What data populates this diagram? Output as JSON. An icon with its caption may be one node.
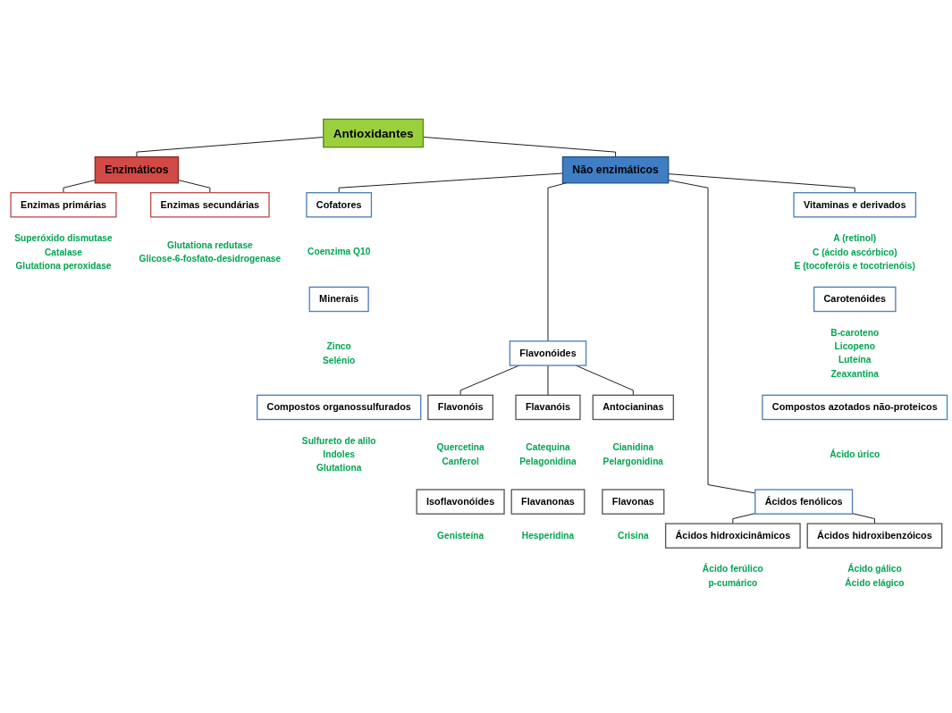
{
  "diagram": {
    "nodes": [
      {
        "text": [
          "Antioxidantes"
        ]
      },
      {
        "text": [
          "Enzimáticos"
        ]
      },
      {
        "text": [
          "Não enzimáticos"
        ]
      },
      {
        "text": [
          "Enzimas primárias"
        ],
        "beside": [
          "Superóxido dismutase",
          "Catalase",
          "Glutationa peroxidase"
        ]
      },
      {
        "text": [
          "Enzimas secundárias"
        ],
        "beside": [
          "Glutationa redutase",
          "Glicose-6-fosfato-desidrogenase"
        ]
      },
      {
        "text": [
          "Cofatores"
        ],
        "beside": [
          "Coenzima Q10"
        ]
      },
      {
        "text": [
          "Vitaminas e derivados"
        ],
        "beside": [
          "A (retinol)",
          "C (ácido ascórbico)",
          "E (tocoferóis e tocotrienóis)"
        ]
      },
      {
        "text": [
          "Minerais"
        ],
        "beside": [
          "Zinco",
          "Selénio"
        ]
      },
      {
        "text": [
          "Carotenóides"
        ],
        "beside": [
          "Β-caroteno",
          "Licopeno",
          "Luteína",
          "Zeaxantina"
        ]
      },
      {
        "text": [
          "Flavonóides"
        ]
      },
      {
        "text": [
          "Compostos organossulfurados"
        ],
        "beside": [
          "Sulfureto de alilo",
          "Indoles",
          "Glutationa"
        ]
      },
      {
        "text": [
          "Compostos azotados não-proteicos"
        ],
        "beside": [
          "Ácido úrico"
        ]
      },
      {
        "text": [
          "Flavonóis"
        ],
        "beside": [
          "Quercetina",
          "Canferol"
        ]
      },
      {
        "text": [
          "Flavanóis"
        ],
        "beside": [
          "Catequina",
          "Pelagonidina"
        ]
      },
      {
        "text": [
          "Antocianinas"
        ],
        "beside": [
          "Cianidina",
          "Pelargonidina"
        ]
      },
      {
        "text": [
          "Isoflavonóides"
        ],
        "beside": [
          "Genisteína"
        ]
      },
      {
        "text": [
          "Flavanonas"
        ],
        "beside": [
          "Hesperidina"
        ]
      },
      {
        "text": [
          "Flavonas"
        ],
        "beside": [
          "Crisina"
        ]
      },
      {
        "text": [
          "Ácidos fenólicos"
        ]
      },
      {
        "text": [
          "Ácidos hidroxicinâmicos"
        ],
        "beside": [
          "Ácido ferúlico",
          "p-cumárico"
        ]
      },
      {
        "text": [
          "Ácidos hidroxibenzóicos"
        ],
        "beside": [
          "Ácido gálico",
          "Ácido elágico"
        ]
      }
    ],
    "edges": [
      {
        "from": 0,
        "to": 1,
        "arrow": "none"
      },
      {
        "from": 0,
        "to": 2,
        "arrow": "none"
      },
      {
        "from": 1,
        "to": 3,
        "arrow": "none"
      },
      {
        "from": 1,
        "to": 4,
        "arrow": "none"
      },
      {
        "from": 2,
        "to": 9,
        "arrow": "none"
      },
      {
        "from": 2,
        "to": 5,
        "arrow": "none"
      },
      {
        "from": 2,
        "to": 6,
        "arrow": "none"
      },
      {
        "from": 2,
        "to": 18,
        "arrow": "none"
      },
      {
        "from": 9,
        "to": 12,
        "arrow": "none"
      },
      {
        "from": 9,
        "to": 13,
        "arrow": "none"
      },
      {
        "from": 9,
        "to": 14,
        "arrow": "none"
      },
      {
        "from": 18,
        "to": 19,
        "arrow": "none"
      },
      {
        "from": 18,
        "to": 20,
        "arrow": "none"
      }
    ]
  }
}
